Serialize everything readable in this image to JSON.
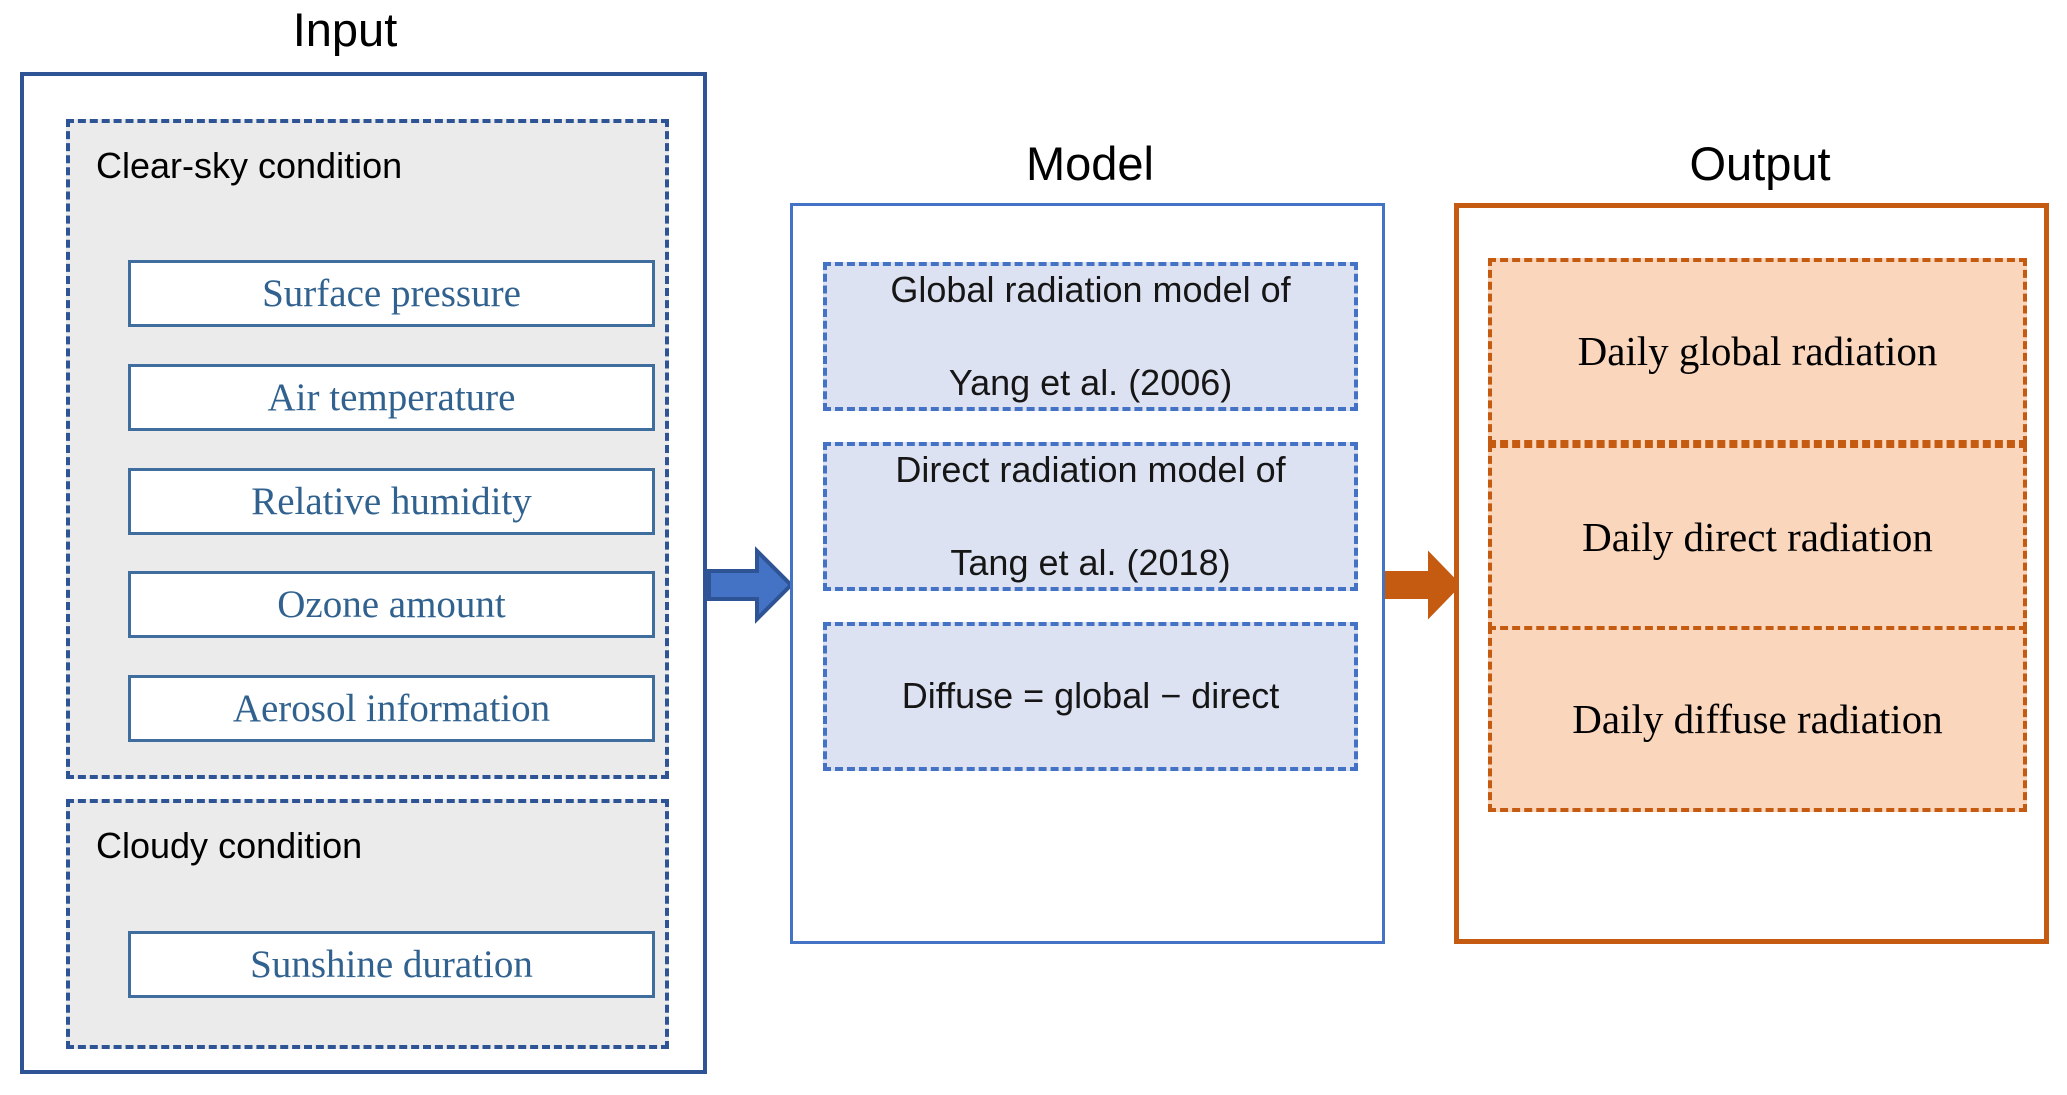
{
  "sections": {
    "input": {
      "title": "Input",
      "groups": [
        {
          "label": "Clear-sky condition",
          "items": [
            "Surface pressure",
            "Air temperature",
            "Relative humidity",
            "Ozone amount",
            "Aerosol information"
          ]
        },
        {
          "label": "Cloudy condition",
          "items": [
            "Sunshine duration"
          ]
        }
      ]
    },
    "model": {
      "title": "Model",
      "boxes": [
        {
          "line1": "Global radiation model of",
          "line2": "Yang et al. (2006)"
        },
        {
          "line1": "Direct radiation model of",
          "line2": "Tang et al. (2018)"
        },
        {
          "line1": "Diffuse = global − direct",
          "line2": ""
        }
      ]
    },
    "output": {
      "title": "Output",
      "boxes": [
        "Daily global radiation",
        "Daily direct radiation",
        "Daily diffuse radiation"
      ]
    }
  },
  "arrows": [
    {
      "name": "input-to-model",
      "color": "#4472c4",
      "stroke": "#2e5496",
      "direction": "right"
    },
    {
      "name": "model-to-output",
      "color": "#c55a11",
      "stroke": "#c55a11",
      "direction": "right"
    }
  ],
  "colors": {
    "input_border": "#2e5496",
    "input_group_fill": "#ebebeb",
    "input_item_text": "#31628f",
    "model_border": "#4472c4",
    "model_box_fill": "#dde2f3",
    "output_border": "#c55a11",
    "output_box_fill": "#fad6bd",
    "title_text": "#000000"
  }
}
